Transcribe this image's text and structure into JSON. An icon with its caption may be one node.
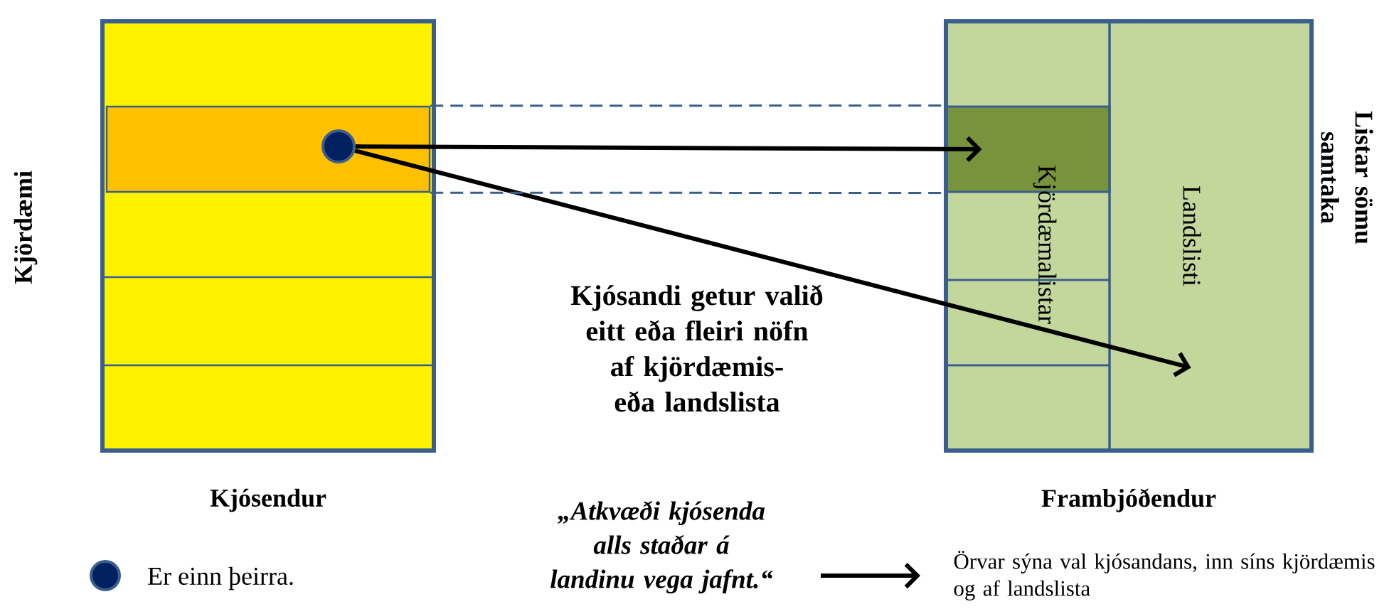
{
  "diagram": {
    "nodes": [
      {
        "text": [
          "Kjósendur"
        ]
      },
      {
        "text": [],
        "shape": "band",
        "in": 0
      },
      {
        "text": [],
        "shape": "circle",
        "in": 1
      },
      {
        "text": [
          "Frambjóðendur"
        ]
      },
      {
        "text": [
          "Kjördæmalistar"
        ],
        "in": 3
      },
      {
        "text": [
          "Landslisti"
        ],
        "in": 3
      },
      {
        "text": [],
        "shape": "box",
        "in": 4
      }
    ],
    "edges": [
      {
        "from": 2,
        "to": 6,
        "arrow": "to",
        "style": "thick"
      },
      {
        "from": 2,
        "to": 5,
        "arrow": "to",
        "style": "thick"
      },
      {
        "from": 1,
        "to": 6,
        "arrow": "none",
        "style": "dashed",
        "color": "#3a5f8e"
      },
      {
        "from": 1,
        "to": 6,
        "arrow": "none",
        "style": "dashed",
        "color": "#3a5f8e"
      }
    ],
    "labels": [
      "Kjördæmi",
      "Listar sömu samtaka",
      "Kjósandi getur valið eitt eða fleiri nöfn af kjördæmis- eða landslista",
      "„Atkvæði kjósenda alls staðar á landinu vega jafnt.“"
    ],
    "legend": [
      {
        "text": "Er einn þeirra."
      },
      {
        "text": "Örvar sýna val kjósandans, inn síns kjördæmis og af landslista"
      }
    ]
  }
}
